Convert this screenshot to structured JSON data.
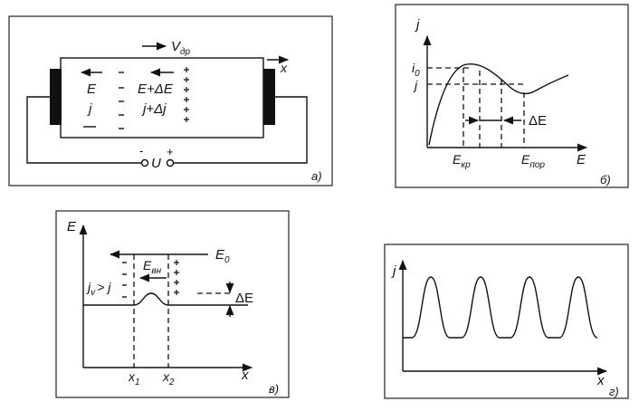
{
  "panel_a": {
    "tag": "а)",
    "velocity_label": "V",
    "velocity_sub": "др",
    "x_label": "x",
    "E_label": "E",
    "E_plus_label": "E+ΔE",
    "j_label": "j",
    "j_plus_label": "j+Δj",
    "U_label": "U",
    "minus_sign": "-",
    "plus_sign": "+"
  },
  "panel_b": {
    "tag": "б)",
    "y_label": "j",
    "x_label": "E",
    "i0_label": "i",
    "i0_sub": "0",
    "j_label": "j",
    "ekr_label": "E",
    "ekr_sub": "кр",
    "epor_label": "E",
    "epor_sub": "пор",
    "delta_label": "ΔE"
  },
  "panel_v": {
    "tag": "в)",
    "y_label": "E",
    "x_label": "x",
    "e0_label": "E",
    "e0_sub": "0",
    "evn_label": "E",
    "evn_sub": "вн",
    "jv_label": "j",
    "jv_sub": "v",
    "jv_rest": "> j",
    "delta_label": "ΔE",
    "x1_label": "x",
    "x1_sub": "1",
    "x2_label": "x",
    "x2_sub": "2"
  },
  "panel_g": {
    "tag": "г)",
    "y_label": "j",
    "x_label": "x"
  }
}
